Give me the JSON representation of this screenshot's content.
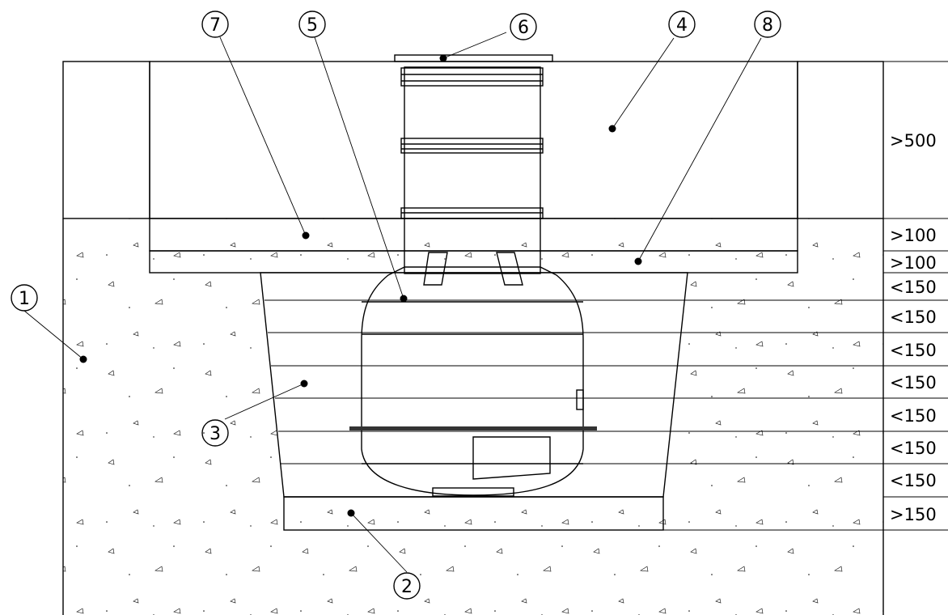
{
  "callouts": [
    {
      "id": "1",
      "label": "1"
    },
    {
      "id": "2",
      "label": "2"
    },
    {
      "id": "3",
      "label": "3"
    },
    {
      "id": "4",
      "label": "4"
    },
    {
      "id": "5",
      "label": "5"
    },
    {
      "id": "6",
      "label": "6"
    },
    {
      "id": "7",
      "label": "7"
    },
    {
      "id": "8",
      "label": "8"
    }
  ],
  "dimensions": [
    ">500",
    ">100",
    ">100",
    "<150",
    "<150",
    "<150",
    "<150",
    "<150",
    "<150",
    "<150",
    ">150"
  ]
}
